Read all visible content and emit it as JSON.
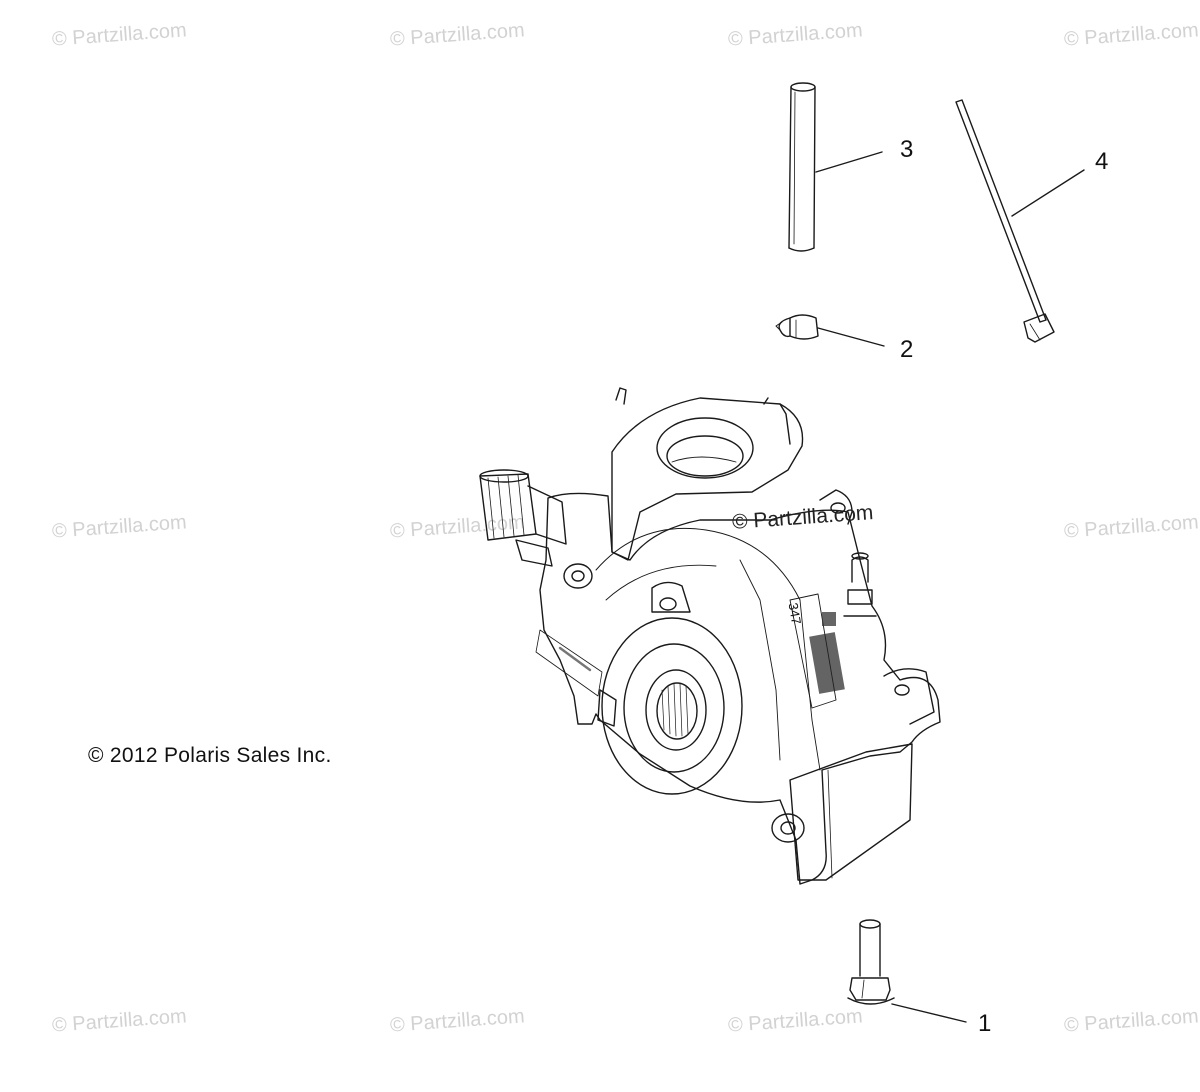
{
  "watermark": "© Partzilla.com",
  "center_watermark": "© Partzilla.com",
  "copyright": "© 2012 Polaris Sales Inc.",
  "callouts": {
    "c1": "1",
    "c2": "2",
    "c3": "3",
    "c4": "4"
  },
  "housing_label": "347",
  "colors": {
    "line": "#1a1a1a",
    "watermark": "#d2d2d2"
  }
}
